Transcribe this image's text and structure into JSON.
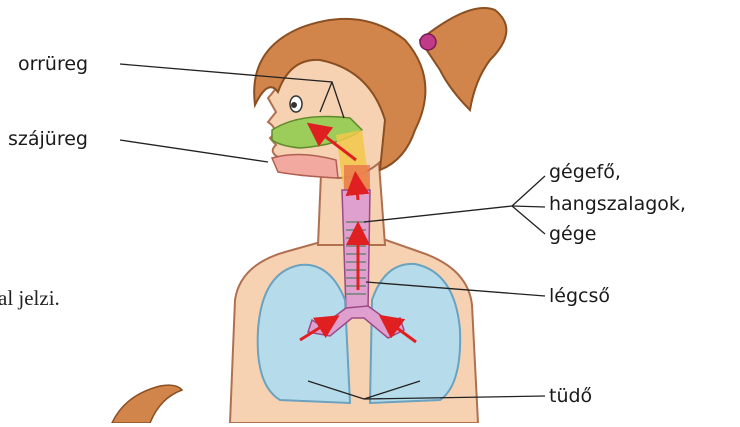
{
  "labels": {
    "nasal_cavity": "orrüreg",
    "oral_cavity": "szájüreg",
    "larynx_line1": "gégefő,",
    "larynx_line2": "hangszalagok,",
    "larynx_line3": "gége",
    "trachea": "légcső",
    "lungs": "tüdő"
  },
  "text_fragment": "al jelzi.",
  "colors": {
    "skin": "#f6d2b2",
    "hair": "#d2854a",
    "hair_tie": "#c03a8a",
    "airway": "#e0a0cf",
    "nasal_area": "#9ccc5a",
    "arrow": "#e02020",
    "lung": "#b6dceb",
    "leader": "#222222"
  }
}
